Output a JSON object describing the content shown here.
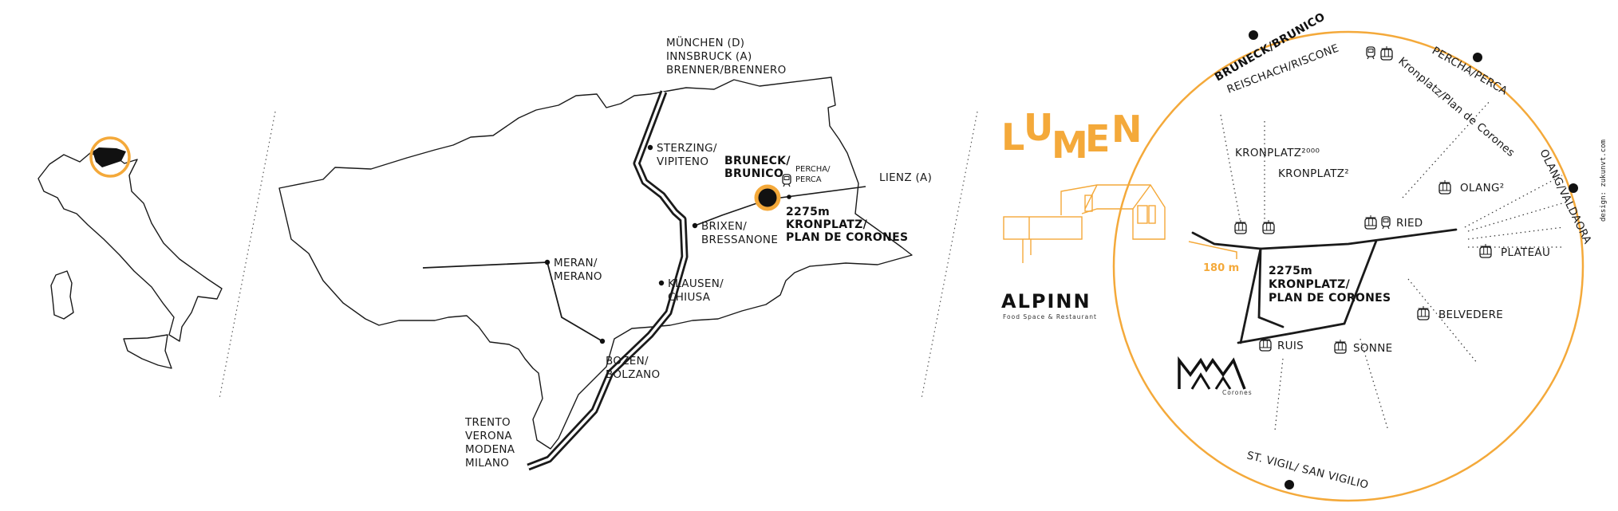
{
  "colors": {
    "accent": "#f4a93a",
    "ink": "#1a1a1a"
  },
  "italy": {},
  "region": {
    "north_routes": [
      "MÜNCHEN (D)",
      "INNSBRUCK (A)",
      "BRENNER/BRENNERO"
    ],
    "south_routes": [
      "TRENTO",
      "VERONA",
      "MODENA",
      "MILANO"
    ],
    "towns": {
      "sterzing": [
        "STERZING/",
        "VIPITENO"
      ],
      "brixen": [
        "BRIXEN/",
        "BRESSANONE"
      ],
      "klausen": [
        "KLAUSEN/",
        "CHIUSA"
      ],
      "meran": [
        "MERAN/",
        "MERANO"
      ],
      "bozen": [
        "BOZEN/",
        "BOLZANO"
      ],
      "bruneck": [
        "BRUNECK/",
        "BRUNICO"
      ],
      "percha": [
        "PERCHA/",
        "PERCA"
      ],
      "lienz": "LIENZ (A)"
    },
    "summit": [
      "2275m",
      "KRONPLATZ/",
      "PLAN DE CORONES"
    ]
  },
  "brand": {
    "lumen": [
      "L",
      "U",
      "M",
      "E",
      "N"
    ],
    "alpinn": "ALPINN",
    "alpinn_sub": "Food Space & Restaurant",
    "mmm_sub": "Corones"
  },
  "ski": {
    "rim": {
      "bruneck": "BRUNECK/BRUNICO",
      "reischach": "REISCHACH/RISCONE",
      "percha": "PERCHA/PERCA",
      "percha_line": "Kronplatz/Plan de Corones",
      "olang_valdaora": "OLANG/VALDAORA",
      "st_vigil": "ST. VIGIL/ SAN VIGILIO"
    },
    "lifts": {
      "kronplatz2000": "KRONPLATZ²⁰⁰⁰",
      "kronplatz2": "KRONPLATZ²",
      "ried": "RIED",
      "olang2": "OLANG²",
      "plateau": "PLATEAU",
      "belvedere": "BELVEDERE",
      "ruis": "RUIS",
      "sonne": "SONNE"
    },
    "altitude": "180 m",
    "summit": [
      "2275m",
      "KRONPLATZ/",
      "PLAN DE CORONES"
    ]
  },
  "credit": "design: zukunvt.com"
}
